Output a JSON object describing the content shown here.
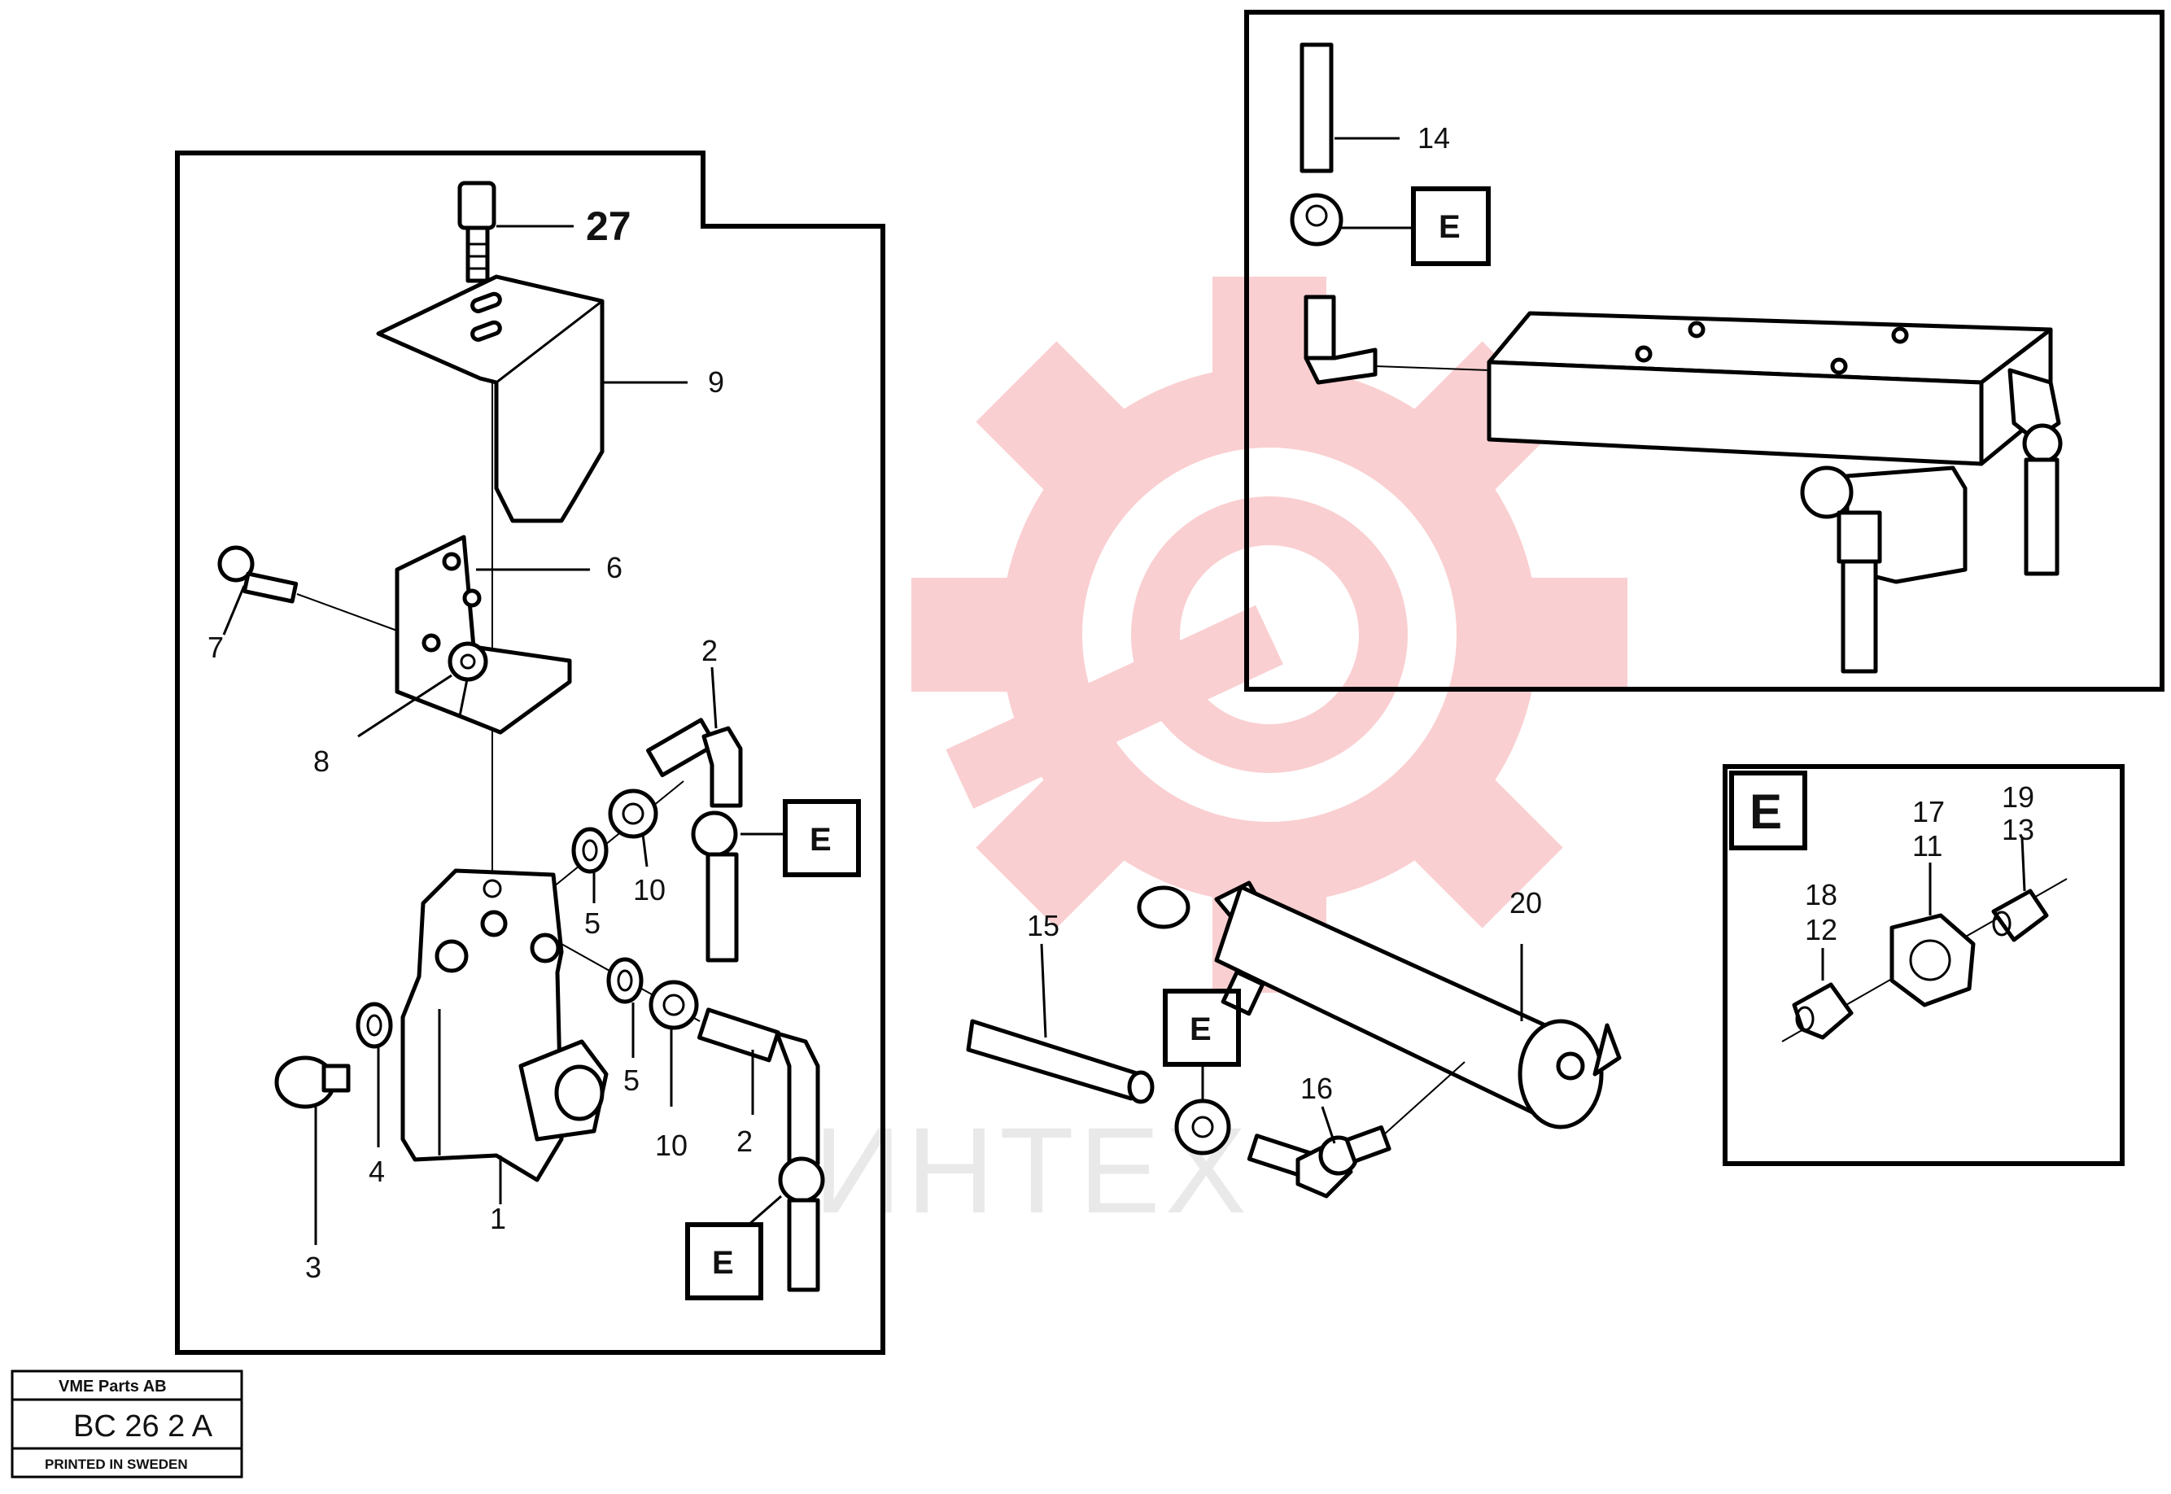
{
  "watermark": {
    "text": "ИНТЕХ",
    "color": "#ea2a33"
  },
  "callouts": {
    "c27": "27",
    "c9": "9",
    "c6": "6",
    "c7": "7",
    "c8": "8",
    "c2a": "2",
    "c2b": "2",
    "c10a": "10",
    "c10b": "10",
    "c5a": "5",
    "c5b": "5",
    "c3": "3",
    "c4": "4",
    "c1": "1",
    "c14": "14",
    "c15": "15",
    "c16": "16",
    "c20": "20",
    "c17": "17",
    "c11": "11",
    "c19": "19",
    "c13": "13",
    "c18": "18",
    "c12": "12"
  },
  "detail_ref": "E",
  "title_block": {
    "company": "VME Parts AB",
    "code": "BC 26 2 A",
    "footer": "PRINTED IN SWEDEN"
  }
}
